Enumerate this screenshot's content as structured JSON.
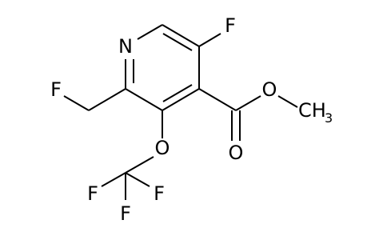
{
  "molecule": {
    "atoms": {
      "n1": "N",
      "f_ring": "F",
      "f_methyl": "F",
      "o_ether": "O",
      "o_ester": "O",
      "o_carbonyl": "O",
      "ch3_c": "CH",
      "ch3_sub": "3",
      "cf3_f1": "F",
      "cf3_f2": "F",
      "cf3_f3": "F"
    }
  }
}
